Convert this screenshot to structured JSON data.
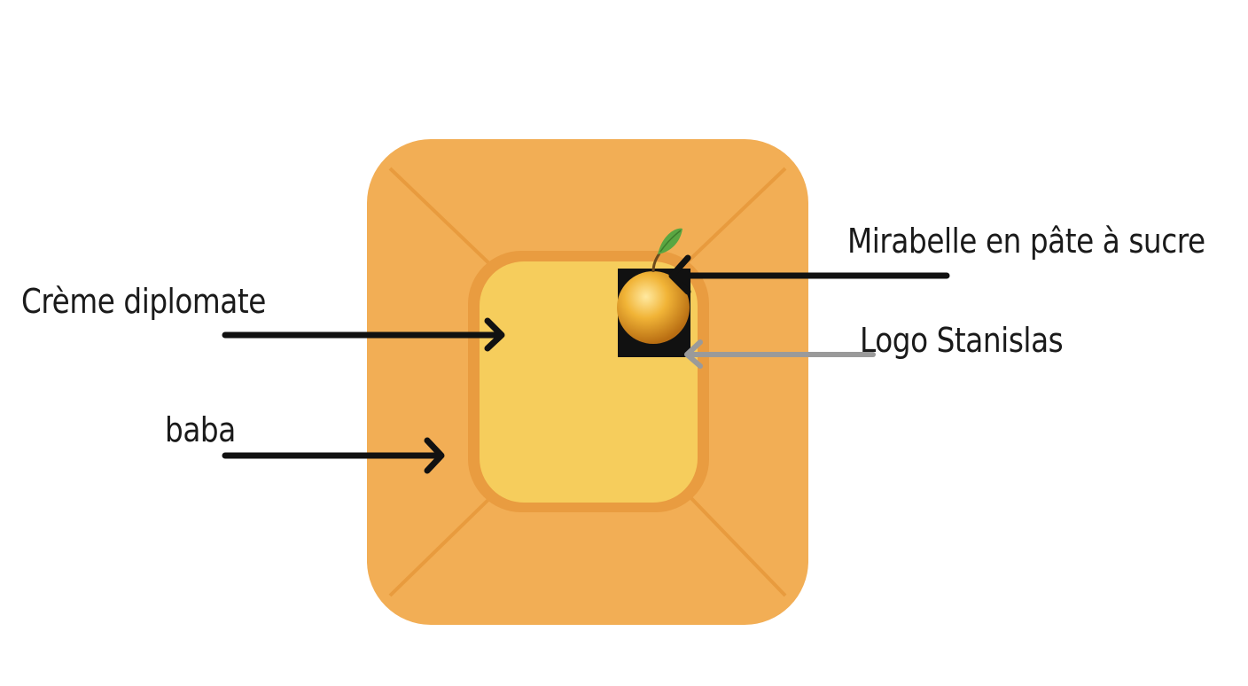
{
  "diagram": {
    "labels": {
      "mirabelle": "Mirabelle en pâte à sucre",
      "logo": "Logo Stanislas",
      "creme": "Crème diplomate",
      "baba": "baba"
    },
    "colors": {
      "baba": "#f2ae55",
      "baba_lines": "#e89b3e",
      "creme_border": "#e99c40",
      "creme": "#f6cd5c",
      "arrow": "#111111",
      "logo_arrow": "#9a9a9a",
      "fruit": "#e8a52a",
      "leaf": "#5aa642"
    }
  }
}
